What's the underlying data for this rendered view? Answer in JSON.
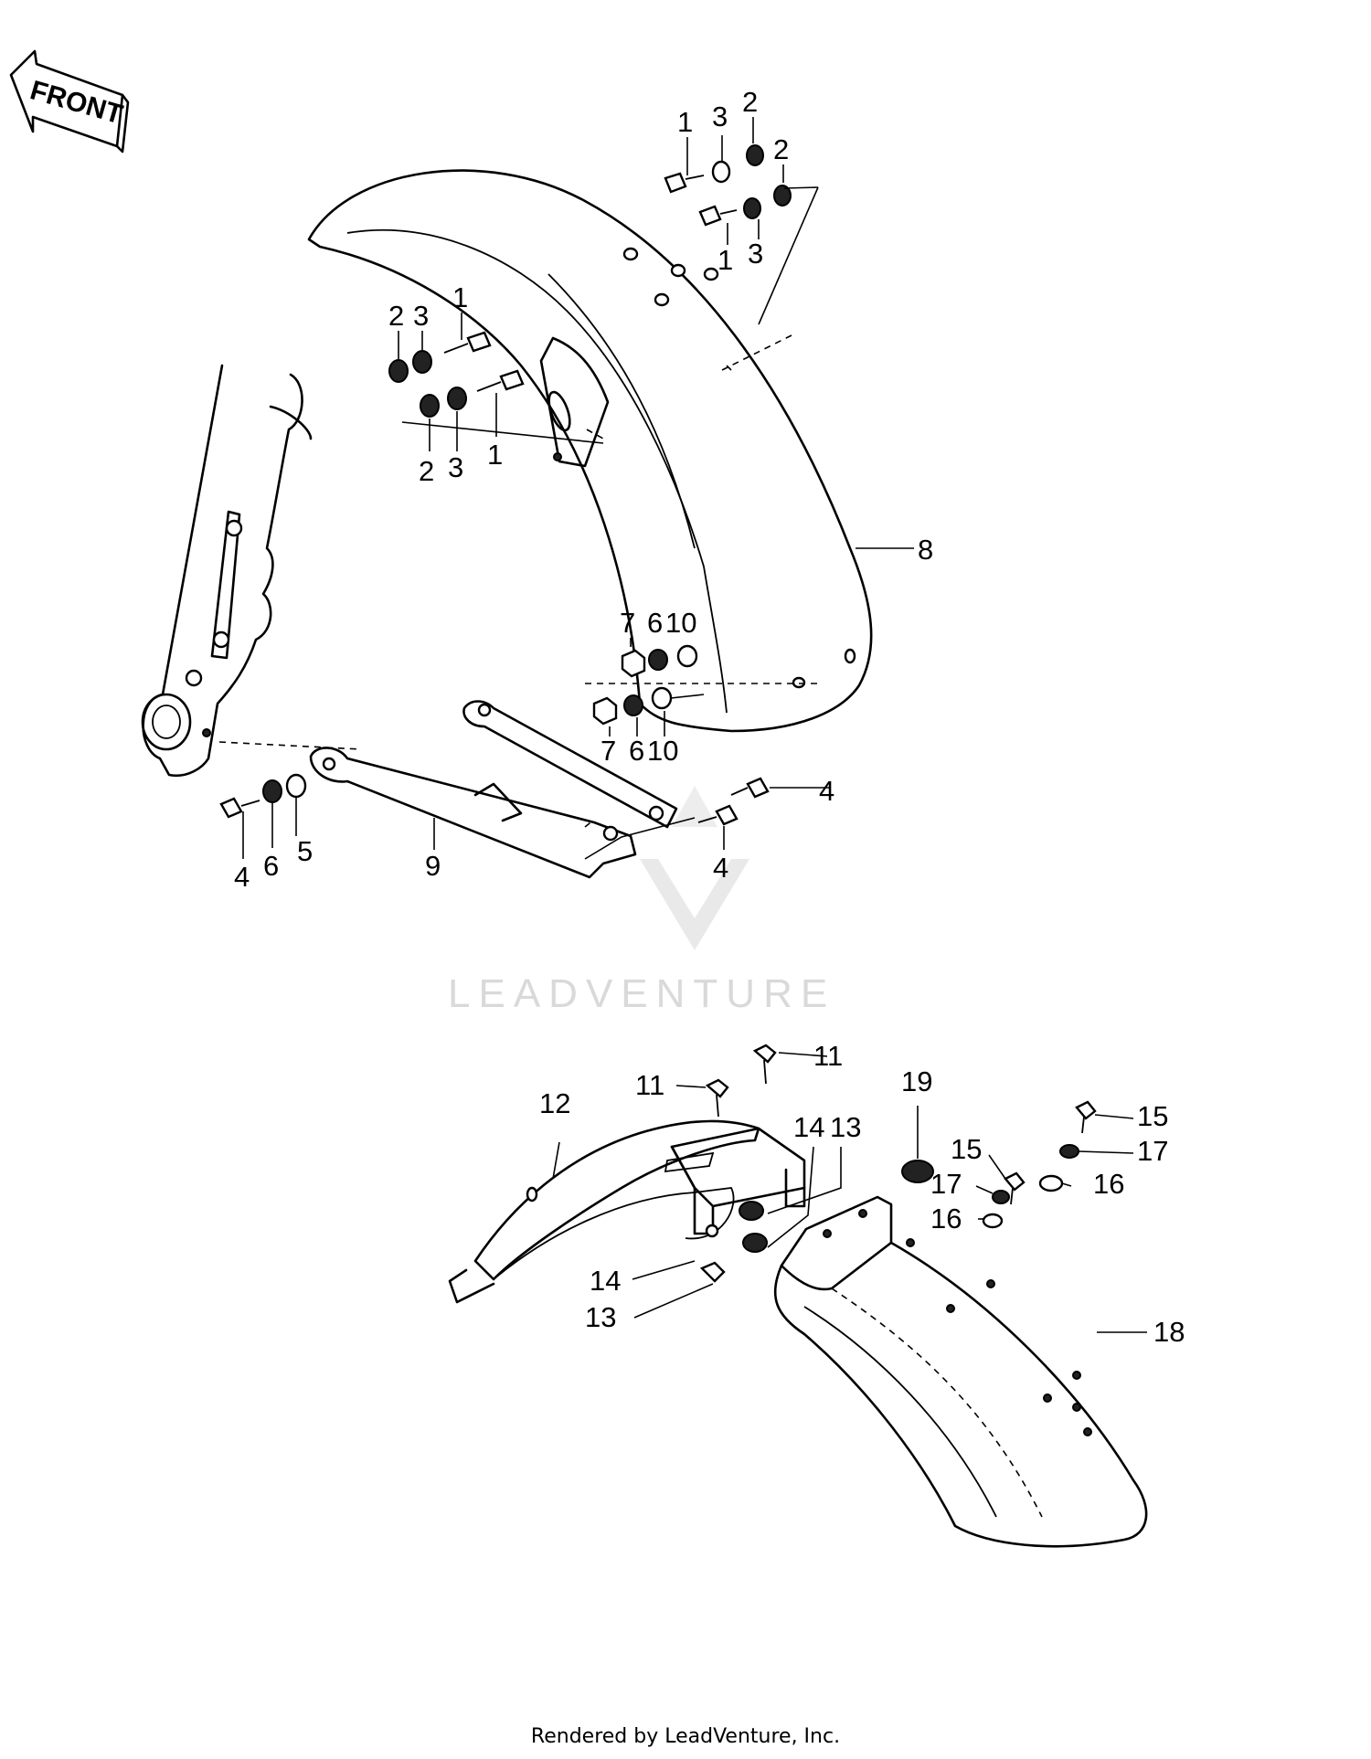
{
  "front_arrow": {
    "label": "FRONT"
  },
  "watermark": {
    "text": "LEADVENTURE"
  },
  "footer": {
    "text": "Rendered by LeadVenture, Inc."
  },
  "callouts": [
    {
      "id": "c1a",
      "text": "1"
    },
    {
      "id": "c3a",
      "text": "3"
    },
    {
      "id": "c2a",
      "text": "2"
    },
    {
      "id": "c2b",
      "text": "2"
    },
    {
      "id": "c1b",
      "text": "1"
    },
    {
      "id": "c3b",
      "text": "3"
    },
    {
      "id": "c2c",
      "text": "2"
    },
    {
      "id": "c3c",
      "text": "3"
    },
    {
      "id": "c1c",
      "text": "1"
    },
    {
      "id": "c2d",
      "text": "2"
    },
    {
      "id": "c3d",
      "text": "3"
    },
    {
      "id": "c1d",
      "text": "1"
    },
    {
      "id": "c8",
      "text": "8"
    },
    {
      "id": "c7a",
      "text": "7"
    },
    {
      "id": "c6a",
      "text": "6"
    },
    {
      "id": "c10a",
      "text": "10"
    },
    {
      "id": "c7b",
      "text": "7"
    },
    {
      "id": "c6b",
      "text": "6"
    },
    {
      "id": "c10b",
      "text": "10"
    },
    {
      "id": "c4a",
      "text": "4"
    },
    {
      "id": "c4b",
      "text": "4"
    },
    {
      "id": "c4c",
      "text": "4"
    },
    {
      "id": "c6c",
      "text": "6"
    },
    {
      "id": "c5",
      "text": "5"
    },
    {
      "id": "c9",
      "text": "9"
    },
    {
      "id": "c11a",
      "text": "11"
    },
    {
      "id": "c11b",
      "text": "11"
    },
    {
      "id": "c12",
      "text": "12"
    },
    {
      "id": "c14a",
      "text": "14"
    },
    {
      "id": "c13a",
      "text": "13"
    },
    {
      "id": "c19",
      "text": "19"
    },
    {
      "id": "c15a",
      "text": "15"
    },
    {
      "id": "c15b",
      "text": "15"
    },
    {
      "id": "c17a",
      "text": "17"
    },
    {
      "id": "c17b",
      "text": "17"
    },
    {
      "id": "c16a",
      "text": "16"
    },
    {
      "id": "c16b",
      "text": "16"
    },
    {
      "id": "c14b",
      "text": "14"
    },
    {
      "id": "c13b",
      "text": "13"
    },
    {
      "id": "c18",
      "text": "18"
    }
  ]
}
